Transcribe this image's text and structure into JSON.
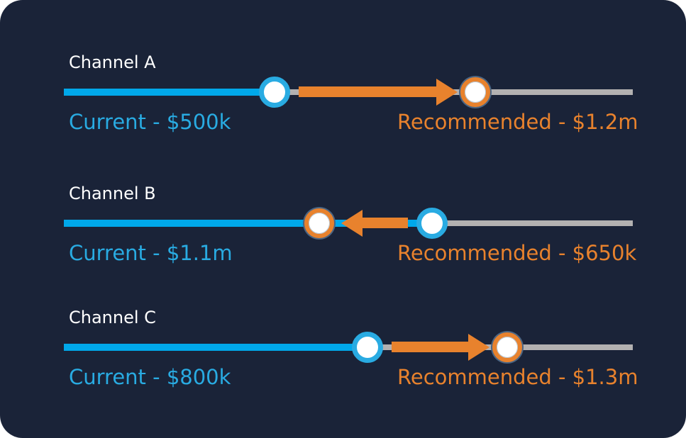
{
  "colors": {
    "page_background": "#FFFFFF",
    "card_background": "#1A2338",
    "current_blue": "#29ABE2",
    "track_blue": "#00A8EA",
    "recommended_orange": "#E8822D",
    "track_gray": "#B3B1B1",
    "handle_outline": "#4A6584",
    "title_text": "#FFFFFF"
  },
  "chart_data": {
    "type": "dumbbell-slider",
    "description_visible_text_only": true,
    "categories": [
      "Channel A",
      "Channel B",
      "Channel C"
    ],
    "series": [
      {
        "name": "Current",
        "values": [
          "$500k",
          "$1.1m",
          "$800k"
        ],
        "track_positions_pct": [
          37.0,
          64.7,
          53.4
        ],
        "color": "#29ABE2"
      },
      {
        "name": "Recommended",
        "values": [
          "$1.2m",
          "$650k",
          "$1.3m"
        ],
        "track_positions_pct": [
          72.6,
          45.1,
          78.2
        ],
        "color": "#E8822D"
      }
    ],
    "channels": [
      {
        "title": "Channel A",
        "current_label": "Current - $500k",
        "recommended_label": "Recommended - $1.2m",
        "current_pct": 37.0,
        "recommended_pct": 72.6,
        "direction": "increase"
      },
      {
        "title": "Channel B",
        "current_label": "Current - $1.1m",
        "recommended_label": "Recommended - $650k",
        "current_pct": 64.7,
        "recommended_pct": 45.1,
        "direction": "decrease"
      },
      {
        "title": "Channel C",
        "current_label": "Current - $800k",
        "recommended_label": "Recommended - $1.3m",
        "current_pct": 53.4,
        "recommended_pct": 78.2,
        "direction": "increase"
      }
    ]
  }
}
